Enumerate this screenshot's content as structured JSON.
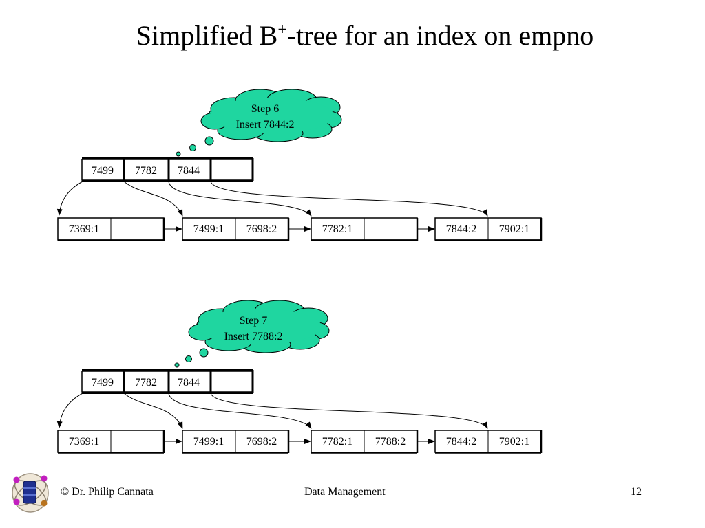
{
  "title": {
    "main": "Simplified B",
    "sup": "+",
    "rest": "-tree for an index on empno"
  },
  "steps": [
    {
      "cloud": {
        "line1": "Step 6",
        "line2": "Insert 7844:2"
      },
      "root": [
        "7499",
        "7782",
        "7844",
        ""
      ],
      "leaves": [
        [
          "7369:1",
          ""
        ],
        [
          "7499:1",
          "7698:2"
        ],
        [
          "7782:1",
          ""
        ],
        [
          "7844:2",
          "7902:1"
        ]
      ]
    },
    {
      "cloud": {
        "line1": "Step 7",
        "line2": "Insert 7788:2"
      },
      "root": [
        "7499",
        "7782",
        "7844",
        ""
      ],
      "leaves": [
        [
          "7369:1",
          ""
        ],
        [
          "7499:1",
          "7698:2"
        ],
        [
          "7782:1",
          "7788:2"
        ],
        [
          "7844:2",
          "7902:1"
        ]
      ]
    }
  ],
  "footer": {
    "copyright": "© Dr. Philip Cannata",
    "course": "Data Management",
    "page": "12"
  },
  "colors": {
    "cloud_fill": "#1fd6a0",
    "line": "#000000"
  }
}
